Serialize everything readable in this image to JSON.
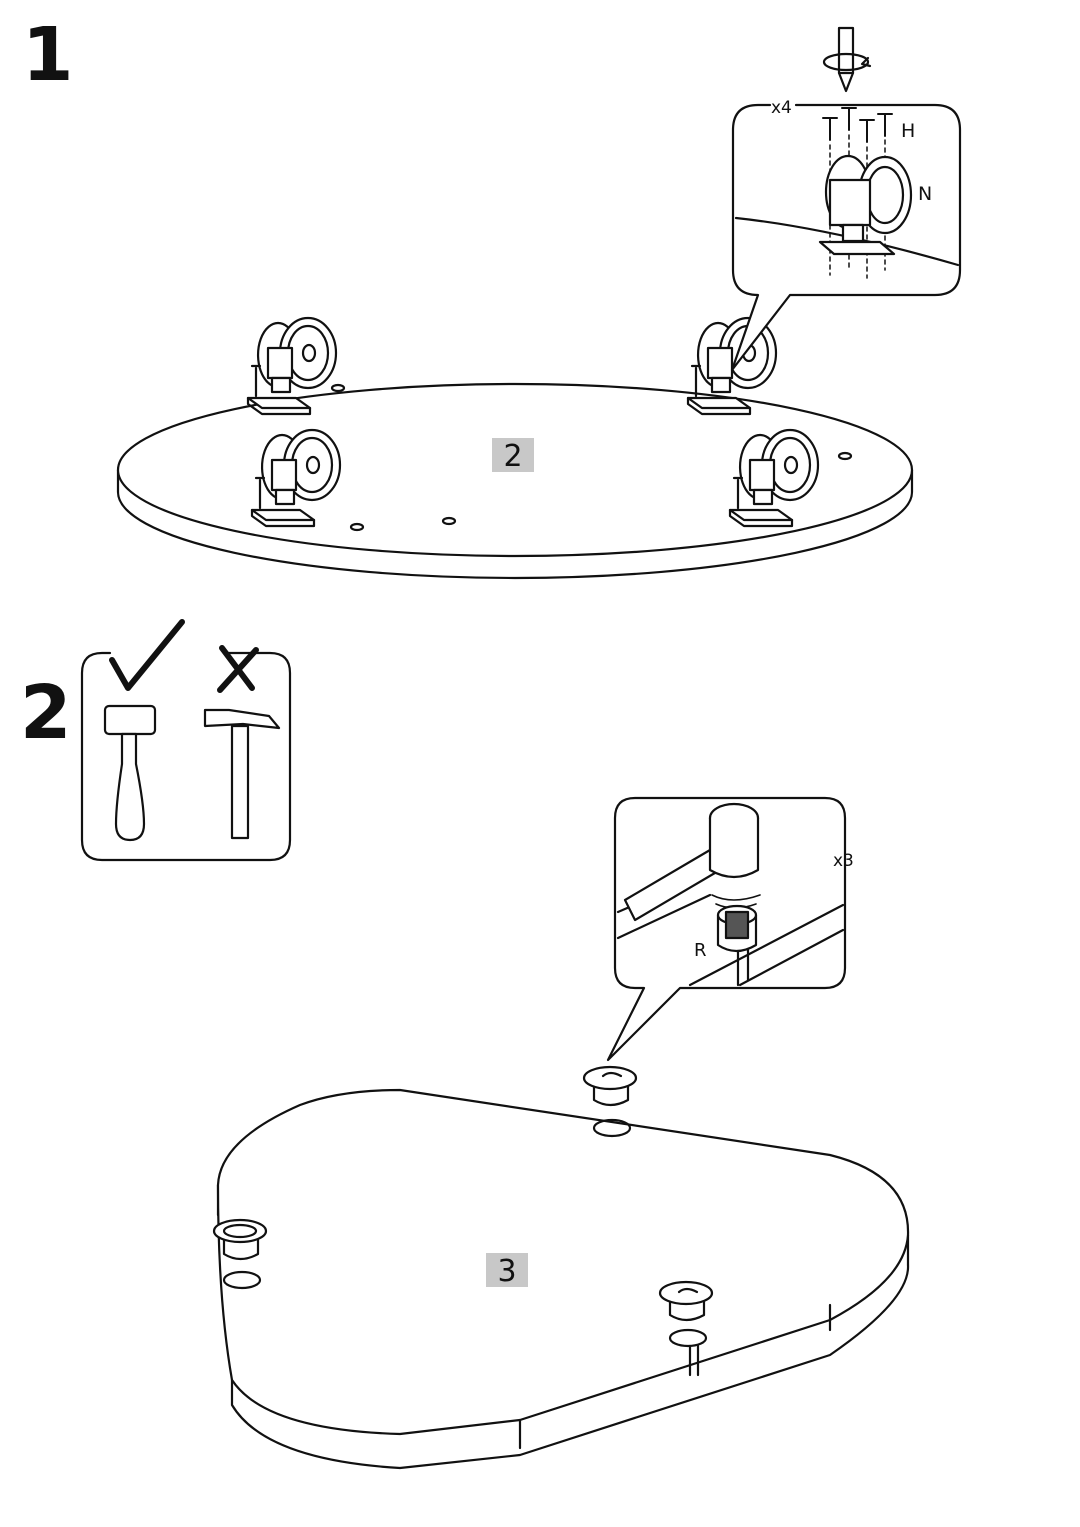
{
  "steps": [
    {
      "number": "1",
      "panel_part": "2",
      "detail": {
        "quantity": "x4",
        "labels": [
          "H",
          "N"
        ]
      }
    },
    {
      "number": "2",
      "tools": {
        "allowed": "rubber-mallet-icon",
        "forbidden": "claw-hammer-icon"
      },
      "panel_part": "3",
      "detail": {
        "quantity": "x3",
        "labels": [
          "R"
        ]
      }
    }
  ],
  "colors": {
    "line": "#111111",
    "part_tag": "#c8c8c8",
    "paper": "#ffffff"
  }
}
